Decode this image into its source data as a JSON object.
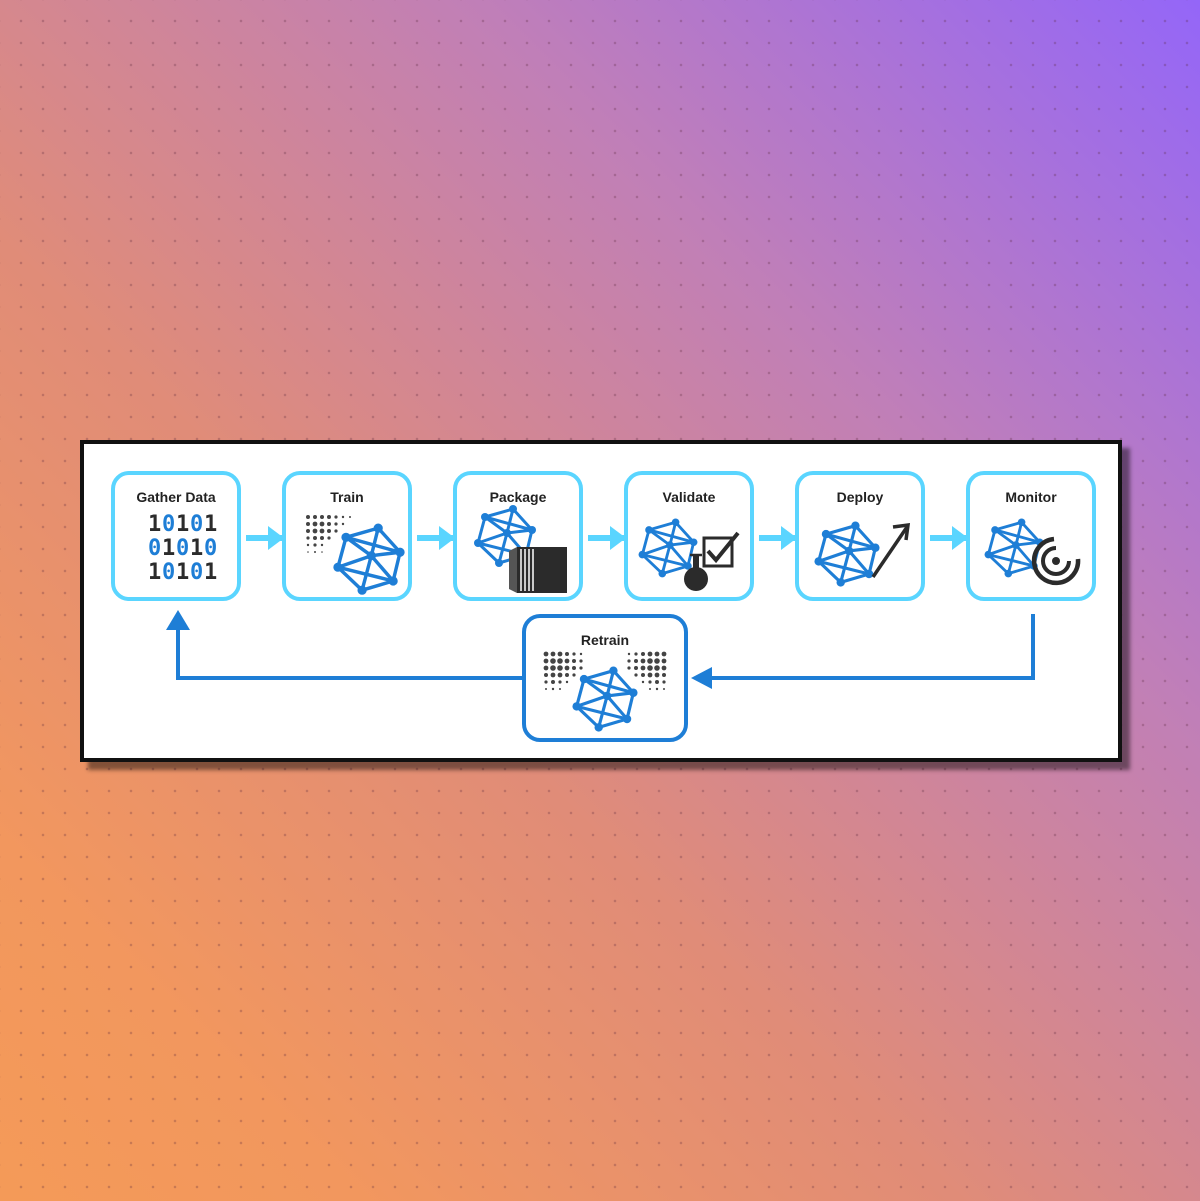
{
  "diagram": {
    "stages": [
      {
        "id": "gather",
        "label": "Gather Data",
        "icon": "binary-data-icon"
      },
      {
        "id": "train",
        "label": "Train",
        "icon": "neural-network-icon"
      },
      {
        "id": "package",
        "label": "Package",
        "icon": "container-icon"
      },
      {
        "id": "validate",
        "label": "Validate",
        "icon": "flask-check-icon"
      },
      {
        "id": "deploy",
        "label": "Deploy",
        "icon": "arrow-up-right-icon"
      },
      {
        "id": "monitor",
        "label": "Monitor",
        "icon": "gauge-icon"
      }
    ],
    "retrain": {
      "label": "Retrain",
      "icon": "neural-network-icon"
    },
    "colors": {
      "stage_border": "#5ad5ff",
      "retrain_border": "#1e7ed6",
      "network_blue": "#1e7ed6",
      "dark": "#2b2b2b"
    }
  }
}
